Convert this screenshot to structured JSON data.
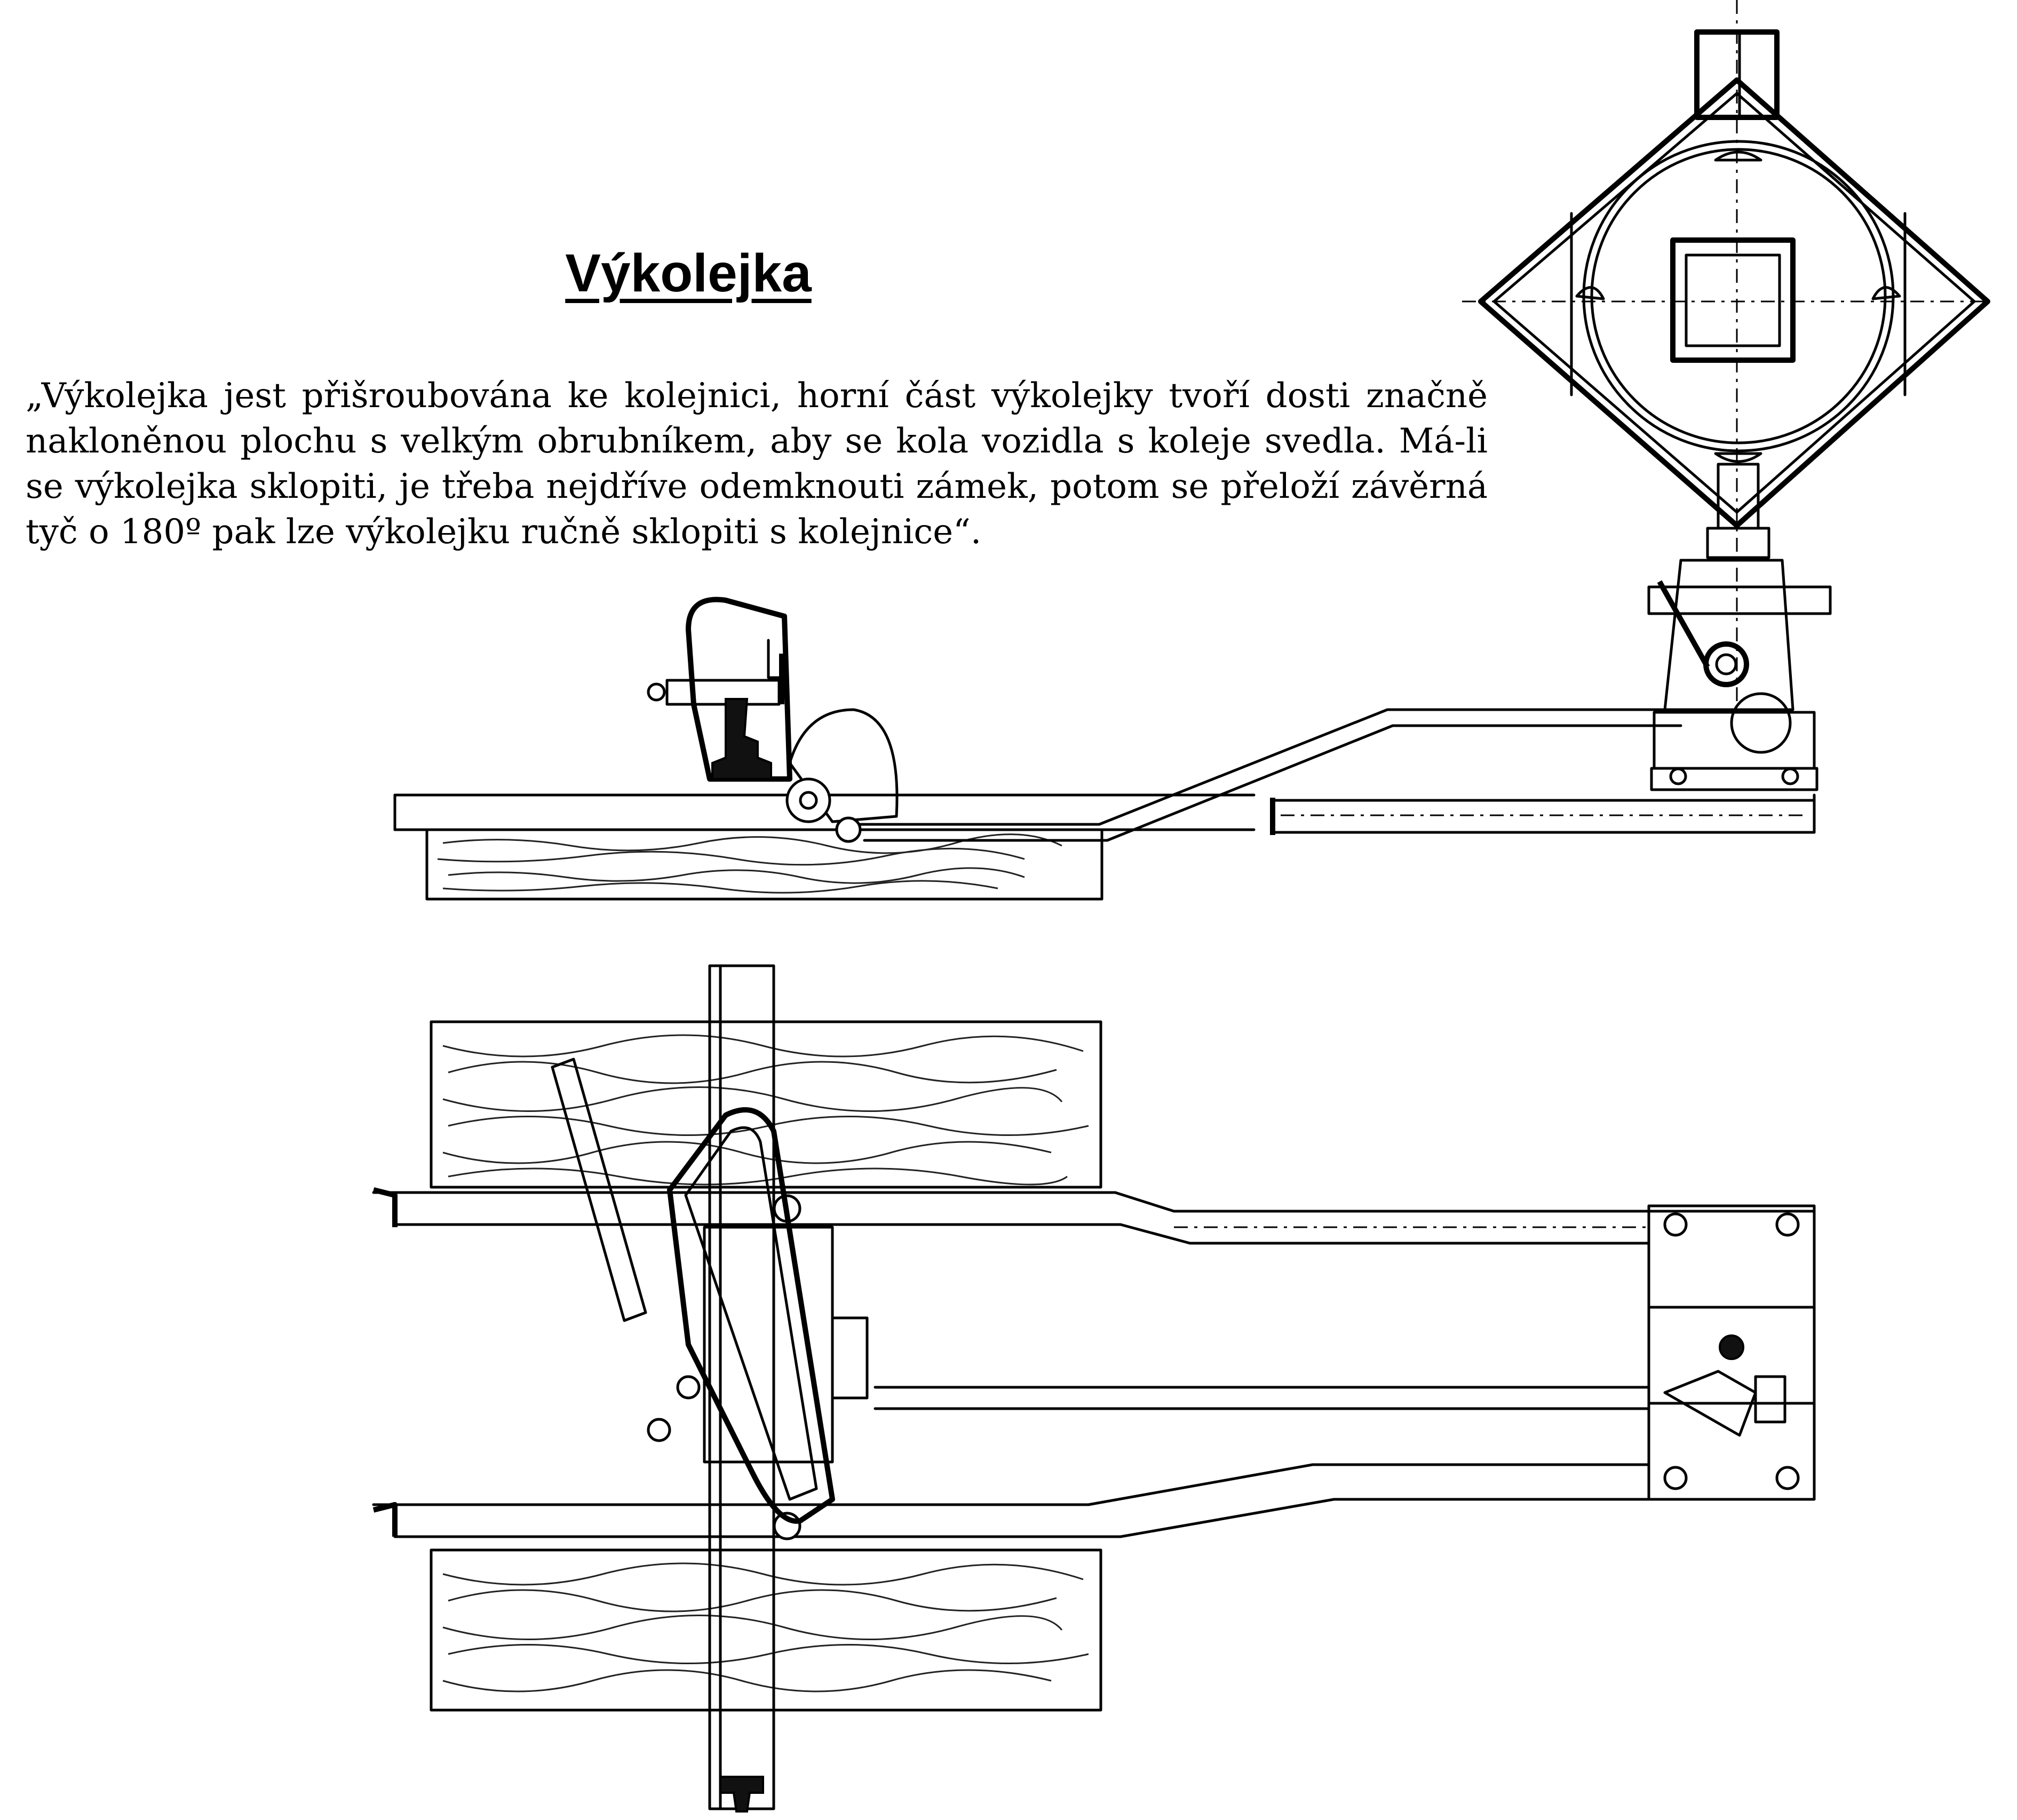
{
  "title": "Výkolejka",
  "quote_lines": [
    "„Výkolejka jest přišroubována ke kolejnici, horní část výkolejky tvoří dosti značně",
    "nakloněnou plochu s velkým obrubníkem, aby se kola vozidla s koleje svedla. Má-li",
    "se výkolejka sklopiti, je třeba nejdříve odemknouti zámek, potom se přeloží závěrná",
    "tyč o 180º pak lze výkolejku ručně sklopiti s kolejnice“."
  ]
}
